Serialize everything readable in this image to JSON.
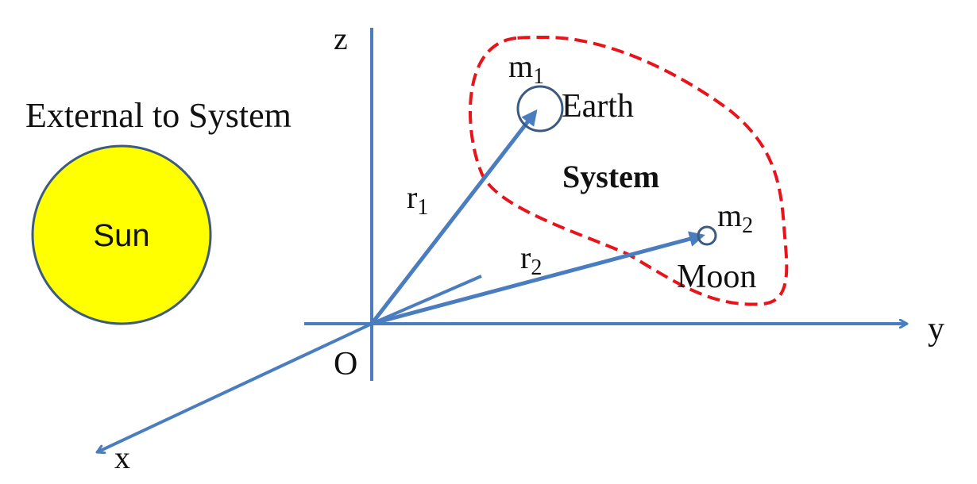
{
  "colors": {
    "axis": "#4a7dbf",
    "boundary": "#e8141b",
    "sun_fill": "#ffff00",
    "sun_stroke": "#3d5a80",
    "body_stroke": "#3d5a80",
    "text": "#111111"
  },
  "labels": {
    "external": "External to System",
    "sun": "Sun",
    "system": "System",
    "earth": "Earth",
    "moon": "Moon",
    "m1_base": "m",
    "m1_sub": "1",
    "m2_base": "m",
    "m2_sub": "2",
    "r1_base": "r",
    "r1_sub": "1",
    "r2_base": "r",
    "r2_sub": "2",
    "axis_x": "x",
    "axis_y": "y",
    "axis_z": "z",
    "origin": "O"
  }
}
